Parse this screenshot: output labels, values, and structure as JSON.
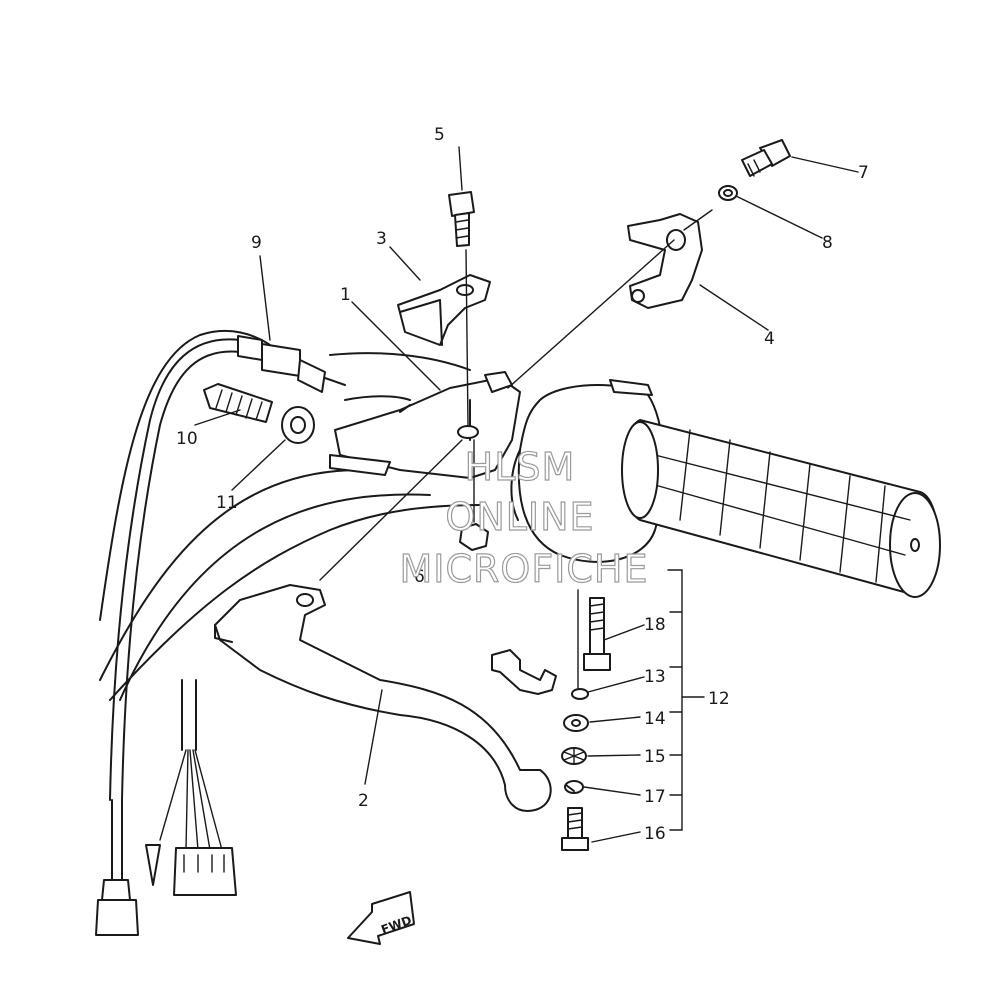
{
  "diagram": {
    "callouts": {
      "p1": "1",
      "p2": "2",
      "p3": "3",
      "p4": "4",
      "p5": "5",
      "p6": "6",
      "p7": "7",
      "p8": "8",
      "p9": "9",
      "p10": "10",
      "p11": "11",
      "p12": "12",
      "p13": "13",
      "p14": "14",
      "p15": "15",
      "p16": "16",
      "p17": "17",
      "p18": "18"
    },
    "direction_label": "FWD",
    "watermark": {
      "line1": "HLSM",
      "line2": "ONLINE",
      "line3": "MICROFICHE"
    },
    "colors": {
      "ink": "#1a1a1a",
      "watermark_outline": "#9a9a9a",
      "background": "#ffffff"
    }
  }
}
